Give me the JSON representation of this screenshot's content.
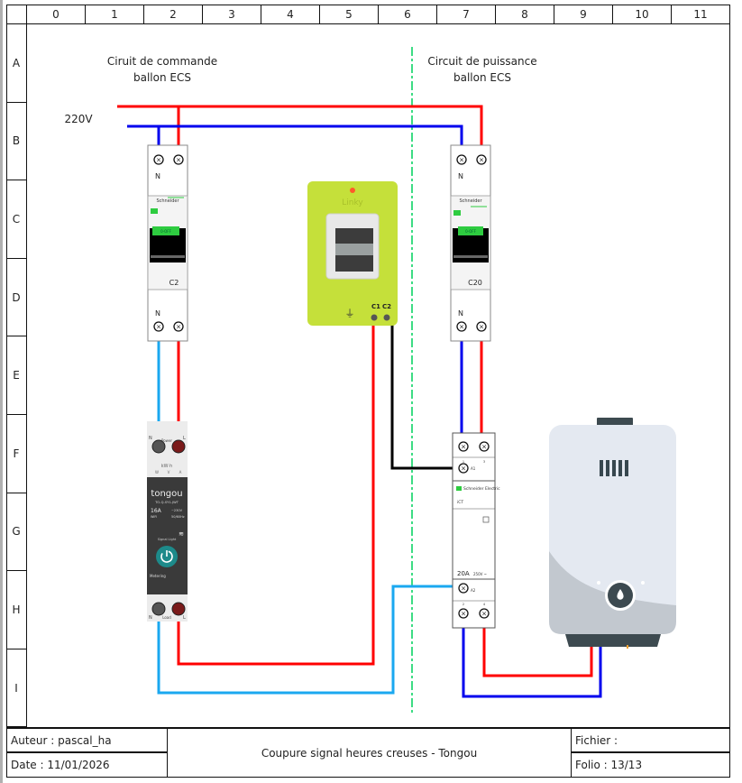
{
  "grid": {
    "columns": [
      "0",
      "1",
      "2",
      "3",
      "4",
      "5",
      "6",
      "7",
      "8",
      "9",
      "10",
      "11"
    ],
    "rows": [
      "A",
      "B",
      "C",
      "D",
      "E",
      "F",
      "G",
      "H",
      "I"
    ]
  },
  "labels": {
    "command_circuit": "Ciruit de commande\nballon ECS",
    "power_circuit": "Circuit de puissance\nballon ECS",
    "supply_voltage": "220V"
  },
  "components": {
    "breaker_left": {
      "brand": "Schneider",
      "rating": "C2",
      "neutral_top": "N",
      "neutral_bottom": "N",
      "switch_label": "0-OFF"
    },
    "breaker_right": {
      "brand": "Schneider",
      "rating": "C20",
      "neutral_top": "N",
      "neutral_bottom": "N",
      "switch_label": "0-OFF"
    },
    "linky_meter": {
      "brand": "Linky",
      "terminal_c1": "C1",
      "terminal_c2": "C2"
    },
    "tongou_relay": {
      "brand": "tongou",
      "model": "TO-Q-SY1-JWT",
      "rating": "16A",
      "voltage": "~230V",
      "wifi": "WiFi",
      "frequency": "50/60Hz",
      "power_label": "Power",
      "kwh_label": "kW·h",
      "units": [
        "W",
        "V",
        "A"
      ],
      "signal_label": "Signal Light",
      "metering_label": "Metering",
      "top_n": "N",
      "top_l": "L",
      "bottom_n": "N",
      "load_label": "Load",
      "bottom_l": "L"
    },
    "contactor": {
      "brand": "Schneider Electric",
      "model": "iCT",
      "rating": "20A",
      "voltage": "250V ~",
      "a1": "A1",
      "a2": "A2",
      "term_1": "1",
      "term_3": "3",
      "term_2": "2",
      "term_4": "4"
    },
    "water_heater": {
      "name": "water-heater"
    }
  },
  "colors": {
    "phase": "#ff0000",
    "neutral": "#0000ee",
    "neutral_light": "#1aa8f0",
    "signal": "#000000",
    "separator": "#3ddc84",
    "linky_green": "#c5e03a",
    "tongou_dark": "#3a3a3a",
    "tongou_teal": "#1d8a8a"
  },
  "footer": {
    "author": "Auteur : pascal_ha",
    "date": "Date : 11/01/2026",
    "title": "Coupure signal heures creuses - Tongou",
    "file": "Fichier :",
    "folio": "Folio : 13/13"
  }
}
